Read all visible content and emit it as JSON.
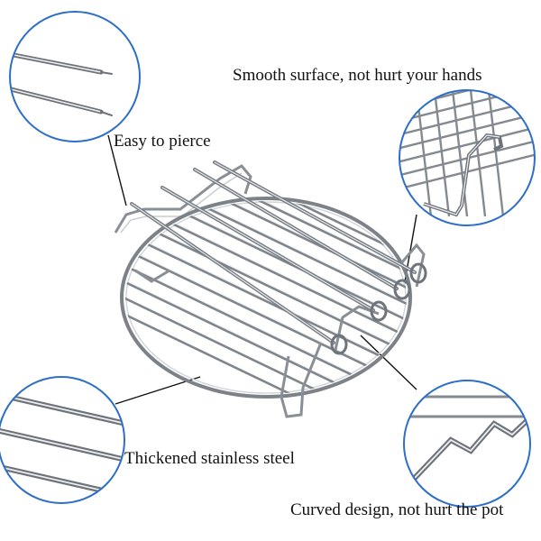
{
  "captions": {
    "easy_to_pierce": "Easy to pierce",
    "smooth_surface": "Smooth surface, not hurt your hands",
    "thickened_steel": "Thickened stainless steel",
    "curved_design": "Curved design, not hurt the pot"
  },
  "colors": {
    "callout_ring": "#2d6fc8",
    "leader_line": "#111111",
    "steel_dark": "#7a7f86",
    "steel_light": "#d9dde2",
    "background": "#ffffff"
  }
}
